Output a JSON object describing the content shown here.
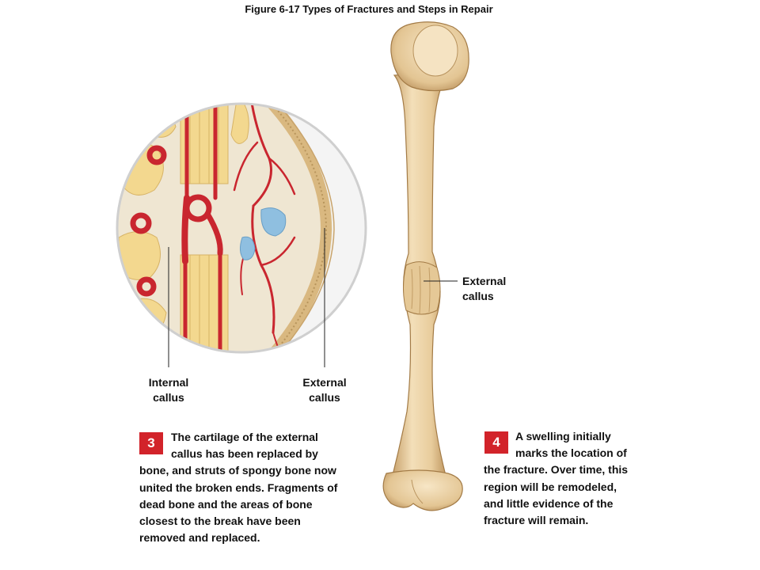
{
  "figure_title": "Figure 6-17  Types of Fractures and Steps in Repair",
  "labels": {
    "internal_callus": [
      "Internal",
      "callus"
    ],
    "external_callus_inset": [
      "External",
      "callus"
    ],
    "external_callus_bone": [
      "External",
      "callus"
    ]
  },
  "steps": [
    {
      "number": "3",
      "lines": [
        "The cartilage of the external",
        "callus has been replaced by",
        "bone, and struts of spongy bone now",
        "united the broken ends. Fragments of",
        "dead bone and the areas of bone",
        "closest to the break have been",
        "removed and replaced."
      ]
    },
    {
      "number": "4",
      "lines": [
        "A swelling initially",
        "marks the location of",
        "the fracture. Over time, this",
        "region will be remodeled,",
        "and little evidence of the",
        "fracture will remain."
      ]
    }
  ],
  "colors": {
    "step_badge": "#d2232a",
    "bone": "#ecd3a6",
    "vessel": "#c9262f",
    "marrow_cavity": "#8fbfe0"
  }
}
